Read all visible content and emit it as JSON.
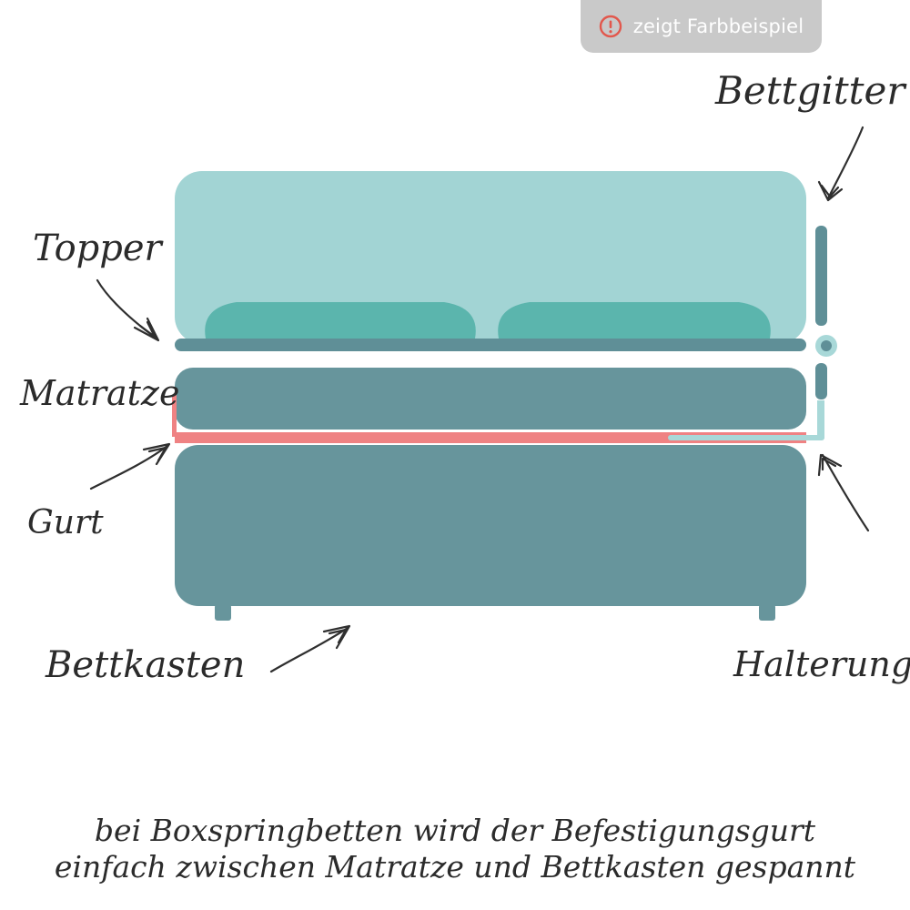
{
  "badge": {
    "text": "zeigt Farbbeispiel",
    "icon": "alert-circle-icon"
  },
  "labels": {
    "bettgitter": "Bettgitter",
    "topper": "Topper",
    "matratze": "Matratze",
    "gurt": "Gurt",
    "bettkasten": "Bettkasten",
    "halterung": "Halterung"
  },
  "caption": {
    "line1": "bei Boxspringbetten wird der Befestigungsgurt",
    "line2": "einfach zwischen Matratze und Bettkasten gespannt"
  },
  "colors": {
    "headboard": "#a2d4d4",
    "pillow": "#5bb5ad",
    "mattress": "#67959c",
    "topper_bar": "#5f8f97",
    "strap": "#ef8283",
    "rail_bracket": "#a8d8d8",
    "badge_bg": "#c9c9c9",
    "badge_icon": "#e2574c",
    "ink": "#2b2b2b"
  }
}
